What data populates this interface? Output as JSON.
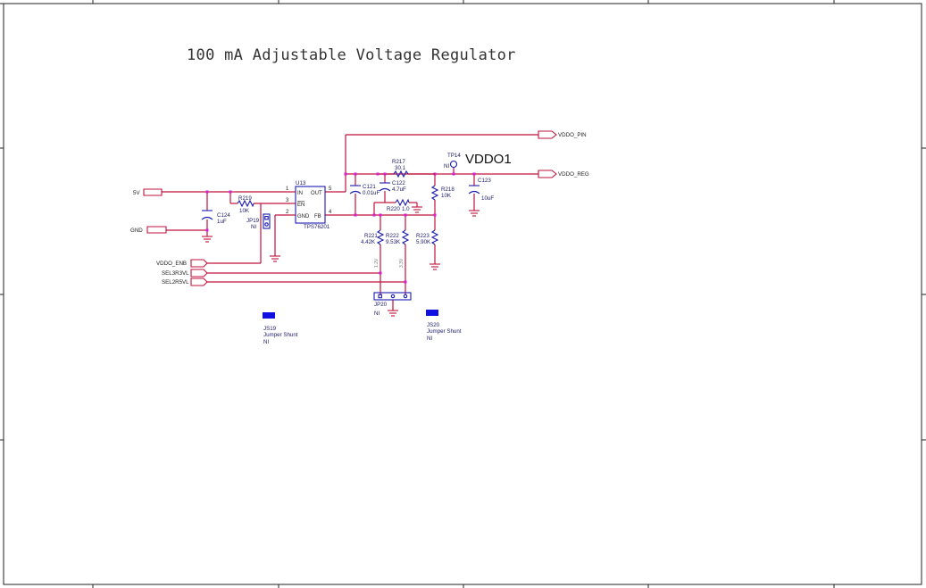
{
  "title": "100 mA Adjustable Voltage Regulator",
  "ports": {
    "vin": "5V",
    "gnd": "GND",
    "vddo_enb": "VDDO_ENB",
    "sel3r3vl": "SEL3R3VL",
    "sel2r5vl": "SEL2R5VL",
    "vddo_pin": "VDDO_PIN",
    "vddo_reg": "VDDO_REG"
  },
  "net_label": "VDDO1",
  "ic": {
    "ref": "U13",
    "part": "TPS76201",
    "pin_in": "IN",
    "pin_en": "EN",
    "pin_gnd": "GND",
    "pin_out": "OUT",
    "pin_fb": "FB",
    "n1": "1",
    "n3": "3",
    "n2": "2",
    "n5": "5",
    "n4": "4"
  },
  "components": {
    "r219": {
      "ref": "R219",
      "value": "10K"
    },
    "c124": {
      "ref": "C124",
      "value": "1uF"
    },
    "jp19": {
      "ref": "JP19",
      "note": "NI"
    },
    "c121": {
      "ref": "C121",
      "value": "0.01uF"
    },
    "c122": {
      "ref": "C122",
      "value": "4.7uF"
    },
    "r217": {
      "ref": "R217",
      "value": "30.1"
    },
    "r220": {
      "ref": "R220",
      "value": "1.0"
    },
    "tp14": {
      "ref": "TP14",
      "note": "NI"
    },
    "r218": {
      "ref": "R218",
      "value": "10K"
    },
    "c123": {
      "ref": "C123",
      "value": "10uF"
    },
    "r221": {
      "ref": "R221",
      "value": "4.42K"
    },
    "r222": {
      "ref": "R222",
      "value": "9.53K"
    },
    "r223": {
      "ref": "R223",
      "value": "5.90K"
    },
    "jp20": {
      "ref": "JP20",
      "note": "NI"
    },
    "js19": {
      "ref": "JS19",
      "desc": "Jumper Shunt",
      "note": "NI"
    },
    "js20": {
      "ref": "JS20",
      "desc": "Jumper Shunt",
      "note": "NI"
    }
  },
  "voltage_marks": {
    "v1": "1.2V",
    "v2": "3.3V"
  },
  "colors": {
    "wire": "#c0133c",
    "component": "#1b1bb0",
    "junction": "#d21fd2",
    "shunt": "#1010e0"
  }
}
